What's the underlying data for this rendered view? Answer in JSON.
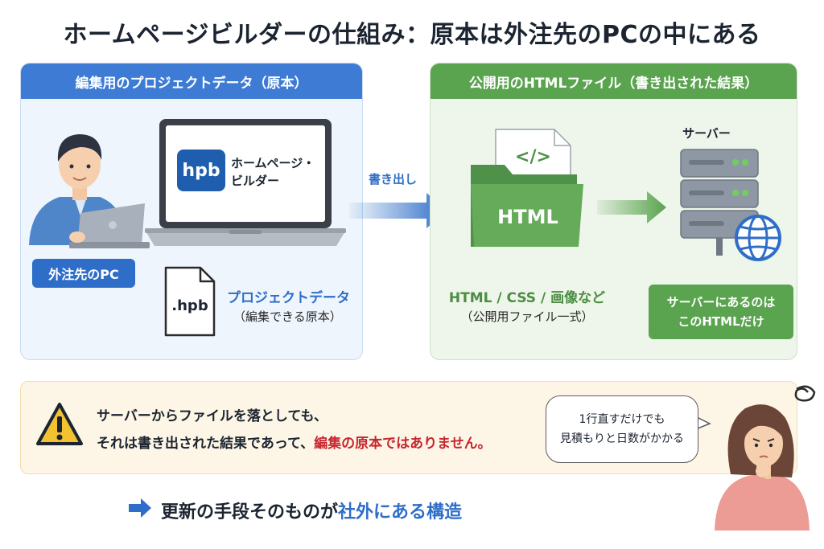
{
  "title": "ホームページビルダーの仕組み：原本は外注先のPCの中にある",
  "left_panel": {
    "header": "編集用のプロジェクトデータ（原本）",
    "app_logo": "hpb",
    "app_name_line1": "ホームページ・",
    "app_name_line2": "ビルダー",
    "pc_badge": "外注先のPC",
    "file_ext": ".hpb",
    "project_label": "プロジェクトデータ",
    "project_note": "（編集できる原本）"
  },
  "export_label": "書き出し",
  "right_panel": {
    "header": "公開用のHTMLファイル（書き出された結果）",
    "folder_code": "</>",
    "folder_label": "HTML",
    "files_label": "HTML / CSS / 画像など",
    "files_note": "（公開用ファイル一式）",
    "server_label": "サーバー",
    "server_note_line1": "サーバーにあるのは",
    "server_note_line2": "このHTMLだけ"
  },
  "warning": {
    "line1": "サーバーからファイルを落としても、",
    "line2_prefix": "それは書き出された結果であって、",
    "line2_highlight": "編集の原本ではありません。"
  },
  "bubble": {
    "line1": "1行直すだけでも",
    "line2": "見積もりと日数がかかる"
  },
  "bottom": {
    "prefix": "更新の手段そのものが",
    "highlight": "社外にある構造"
  },
  "colors": {
    "blue": "#2f6ec8",
    "green": "#5aa34f",
    "warn_red": "#c6262e",
    "warn_yellow": "#f2c230"
  }
}
